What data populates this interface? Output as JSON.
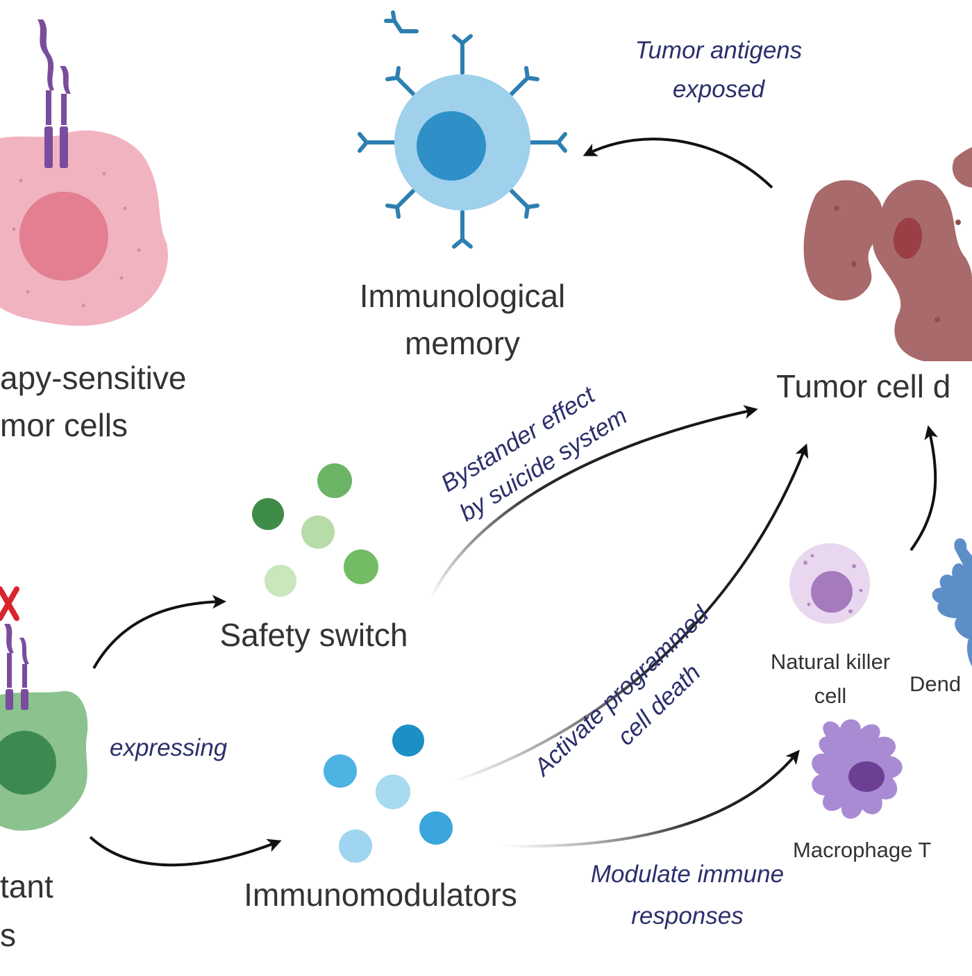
{
  "labels": {
    "immunological_memory_1": "Immunological",
    "immunological_memory_2": "memory",
    "sensitive_1": "apy-sensitive",
    "sensitive_2": "mor cells",
    "tumor_cell": "Tumor cell d",
    "safety_switch": "Safety switch",
    "immunomodulators": "Immunomodulators",
    "resistant_1": "tant",
    "resistant_2": "s",
    "nk_1": "Natural killer",
    "nk_2": "cell",
    "dendritic": "Dend",
    "macrophage": "Macrophage T"
  },
  "annotations": {
    "tumor_antigens_1": "Tumor antigens",
    "tumor_antigens_2": "exposed",
    "bystander_1": "Bystander effect",
    "bystander_2": "by suicide system",
    "activate_1": "Activate programmed",
    "activate_2": "cell death",
    "modulate_1": "Modulate immune",
    "modulate_2": "responses",
    "expressing": "expressing"
  },
  "colors": {
    "sensitive_cell": "#f2b3c0",
    "sensitive_nucleus": "#e37f90",
    "memory_cell": "#9fd0ec",
    "memory_nucleus": "#2f8fc7",
    "antibody": "#2d7fb0",
    "tumor_cell": "#a86a6a",
    "resistant_cell": "#8cc28e",
    "resistant_nucleus": "#3c8a52",
    "receptor": "#7a4c9e",
    "arrow": "#111111",
    "annotation_text": "#2b2f6b"
  }
}
